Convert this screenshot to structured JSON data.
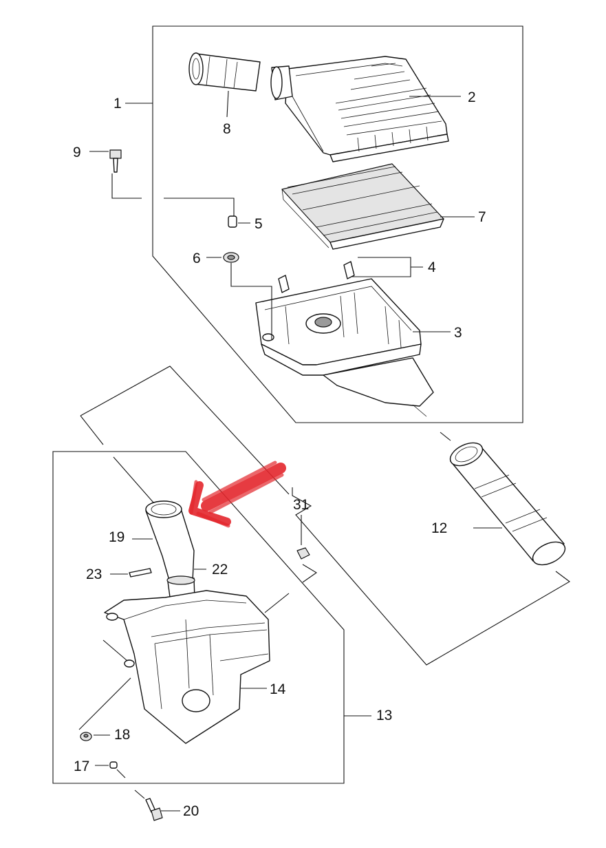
{
  "diagram": {
    "type": "exploded-parts-diagram",
    "callouts": [
      "1",
      "2",
      "3",
      "4",
      "5",
      "6",
      "7",
      "8",
      "9",
      "12",
      "13",
      "14",
      "17",
      "18",
      "19",
      "20",
      "22",
      "23",
      "31"
    ],
    "annotation": {
      "kind": "hand-drawn-arrow",
      "color": "#e3262c"
    }
  }
}
